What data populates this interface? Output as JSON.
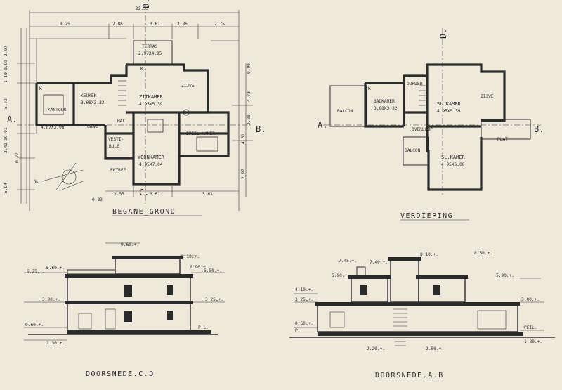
{
  "sheets": {
    "ground": {
      "title": "BEGANE_GROND",
      "overall_width": "22.33",
      "top_dims": [
        "8.25",
        "2.86",
        "3.61",
        "2.86",
        "2.75"
      ],
      "bottom_dims": [
        "2.55",
        "3.61",
        "5.61"
      ],
      "small_dim": "0.33",
      "left_dims": [
        "2.97",
        "0.99",
        "1.10",
        "5.72",
        "19.91",
        "2.42",
        "0.77",
        "5.94"
      ],
      "right_dims": [
        "0.99",
        "4.73",
        "2.20",
        "4.51",
        "2.97"
      ],
      "rooms": {
        "terras": "TERRAS",
        "terras_size": "2.97X4.95",
        "zitkamer": "ZITKAMER",
        "zitkamer_size": "4.95X5.39",
        "zuid_label": "ZIJVE",
        "keuken": "KEUKEN",
        "keuken_size": "3.08X3.32",
        "kantoor": "KANTOOR",
        "kantoor_size": "4.07X3.06",
        "gang": "GANG",
        "hal": "HAL",
        "speelkamer": "SPEEL_KAMER",
        "vestibule_1": "VESTI-",
        "vestibule_2": "BULE",
        "woonkamer": "WOONKAMER",
        "woonkamer_size": "4.95X7.04",
        "entree": "ENTREE",
        "k_mark": "K",
        "north": "N."
      }
    },
    "upper": {
      "title": "VERDIEPING",
      "rooms": {
        "balcon_west": "BALCON",
        "badkamer": "BADKAMER",
        "badkamer_size": "3.08X3.32",
        "dorder": "DORDER",
        "slpkamer_1": "SL.KAMER",
        "slpkamer_1_size": "4.95X5.39",
        "zuid_label": "ZIJVE",
        "overloop": "OVERLOOP",
        "plat": "PLAT",
        "balcon_south": "BALCON",
        "slpkamer_2": "SL.KAMER",
        "slpkamer_2_size": "4.95X6.08",
        "k_mark": "K"
      }
    },
    "section_cd": {
      "title": "DOORSNEDE.C.D",
      "levels": [
        "9.60.+.",
        "8.10.+.",
        "6.25.+.",
        "6.60.+.",
        "6.90.+.",
        "6.50.+.",
        "3.00.+.",
        "3.25.+.",
        "0.60.+.",
        "1.30.+.",
        "P.L."
      ]
    },
    "section_ab": {
      "title": "DOORSNEDE.A.B",
      "levels": [
        "7.45.+.",
        "7.40.+.",
        "8.10.+.",
        "8.50.+.",
        "5.90.+.",
        "5.90.+.",
        "4.10.+.",
        "3.25.+.",
        "3.00.+.",
        "0.60.+.",
        "P.",
        "PEIL.",
        "2.20.+.",
        "2.50.+.",
        "1.30.+."
      ]
    },
    "axes": {
      "a": "A.",
      "b": "B.",
      "c": "C.",
      "d": "D."
    }
  }
}
